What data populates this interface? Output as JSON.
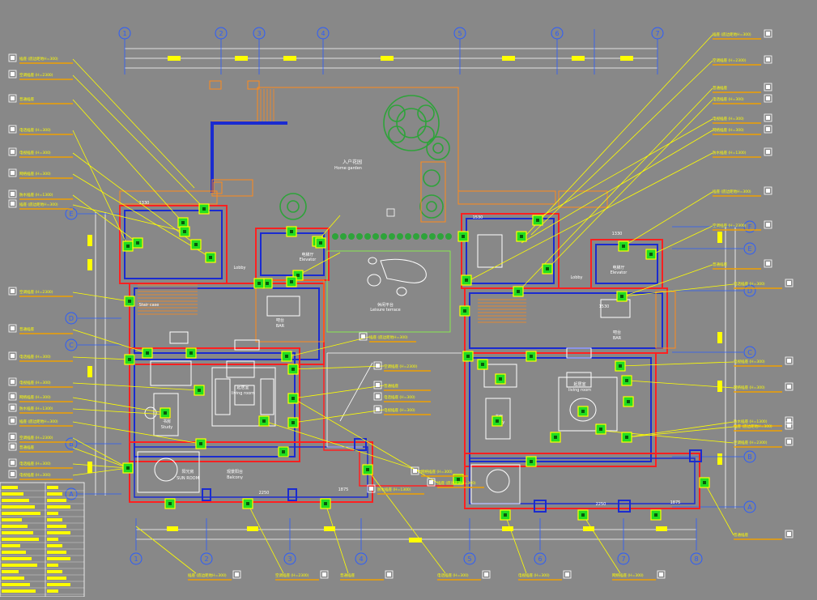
{
  "drawing": {
    "title_block": "",
    "colors": {
      "background": "#888888",
      "axis": "#2a5cff",
      "wall": "#ff2020",
      "wall_inner": "#1a2bd0",
      "leader": "#ffff00",
      "symbol": "#22dd22",
      "symbol_border": "#ffff00",
      "orange": "#ff8a1a",
      "green_tree": "#2ea33a",
      "white": "#ffffff",
      "black": "#111111"
    },
    "grid_top": [
      "1",
      "2",
      "3",
      "4",
      "5",
      "6",
      "7"
    ],
    "grid_bottom": [
      "1",
      "2",
      "3",
      "4",
      "5",
      "6",
      "7",
      "8"
    ],
    "grid_left": [
      "E",
      "D",
      "C",
      "B",
      "A"
    ],
    "grid_right": [
      "F",
      "E",
      "D",
      "C",
      "B",
      "A"
    ],
    "dims": {
      "bottom_left": "2250",
      "bottom_mid": "1875",
      "bottom_right": "2250",
      "bottom_right2": "1875",
      "room1": "1330",
      "room2": "1530",
      "room3": "1330",
      "room4": "1530"
    },
    "rooms": [
      {
        "key": "garden",
        "cn": "入户花园",
        "en": "Home garden"
      },
      {
        "key": "leisure",
        "cn": "休闲平台",
        "en": "Leisure terrace"
      },
      {
        "key": "bar_l",
        "cn": "吧台",
        "en": "BAR"
      },
      {
        "key": "bar_r",
        "cn": "吧台",
        "en": "BAR"
      },
      {
        "key": "stair_l",
        "cn": "",
        "en": "Stair case"
      },
      {
        "key": "study_l",
        "cn": "书房",
        "en": "Study"
      },
      {
        "key": "study_r",
        "cn": "书房",
        "en": "Study"
      },
      {
        "key": "living_l",
        "cn": "起居室",
        "en": "living room"
      },
      {
        "key": "living_r",
        "cn": "起居室",
        "en": "living room"
      },
      {
        "key": "sun_l",
        "cn": "阳光房",
        "en": "SUN ROOM"
      },
      {
        "key": "balcony",
        "cn": "观景阳台",
        "en": "Balcony"
      },
      {
        "key": "lobby_l",
        "cn": "",
        "en": "Lobby"
      },
      {
        "key": "lobby_r",
        "cn": "",
        "en": "Lobby"
      },
      {
        "key": "elev_l",
        "cn": "电梯厅",
        "en": "Elevator"
      },
      {
        "key": "elev_r",
        "cn": "电梯厅",
        "en": "Elevator"
      }
    ],
    "callouts": [
      {
        "text": "插座 (底边距地H=300)",
        "sub": ""
      },
      {
        "text": "空调插座 (H=2300)",
        "sub": ""
      },
      {
        "text": "普通插座",
        "sub": "(H=300)"
      },
      {
        "text": "电话插座 (H=300)",
        "sub": ""
      },
      {
        "text": "电视插座 (H=300)",
        "sub": ""
      },
      {
        "text": "网络插座 (H=300)",
        "sub": ""
      },
      {
        "text": "防水插座 (H=1300)",
        "sub": ""
      }
    ]
  },
  "legend": {
    "rows": [
      "",
      "",
      "",
      "",
      "",
      "",
      "",
      "",
      "",
      "",
      "",
      "",
      "",
      "",
      "",
      "",
      ""
    ]
  }
}
